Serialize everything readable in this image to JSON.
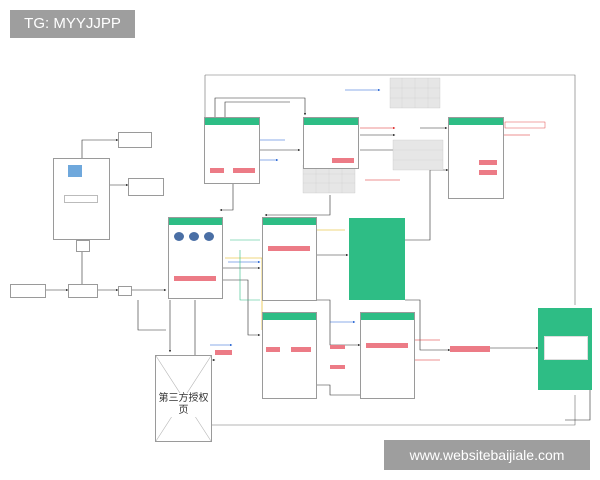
{
  "watermarks": {
    "top": "TG: MYYJJPP",
    "bottom": "www.websitebaijiale.com"
  },
  "third_party": {
    "label": "第三方授权页"
  },
  "colors": {
    "accent": "#2ebd85",
    "action": "#ec7b86",
    "line": "#2b2b2b",
    "note_red": "#dd2222",
    "note_blue": "#1f5fd1",
    "note_yellow": "#e0b000"
  }
}
